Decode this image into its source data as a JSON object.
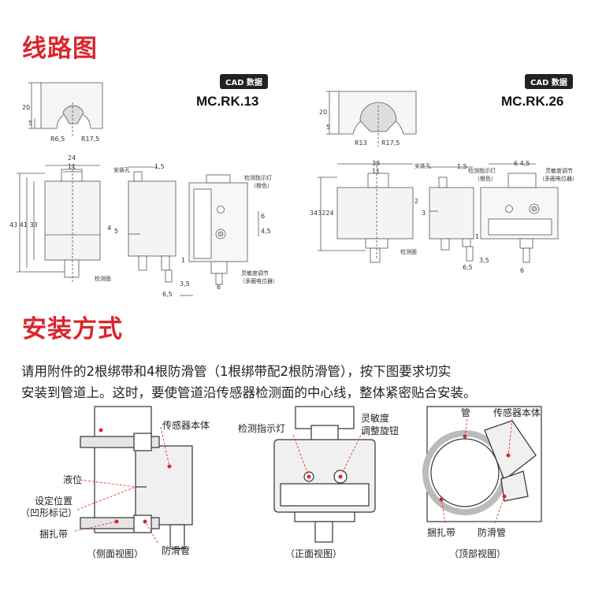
{
  "section1_title": "线路图",
  "section2_title": "安装方式",
  "cad_badge": "CAD 数据",
  "rk13": {
    "model": "MC.RK.13",
    "dim_20": "20",
    "dim_5": "5",
    "dim_r65": "R6,5",
    "dim_r175": "R17,5",
    "dim_24": "24",
    "dim_11": "11",
    "dim_15": "1,5",
    "dim_43": "43 41 33",
    "dim_4": "4",
    "dim_5b": "5",
    "dim_6": "6",
    "dim_45": "4,5",
    "dim_1": "1",
    "dim_35": "3,5",
    "dim_65": "6,5",
    "dim_6b": "6",
    "hole": "安装孔",
    "indicator": "检测指示灯",
    "indicator_sub": "（橙色）",
    "surface": "检测面",
    "sens1": "灵敏度调节",
    "sens2": "（多圈电位器）"
  },
  "rk26": {
    "model": "MC.RK.26",
    "dim_20": "20",
    "dim_5": "5",
    "dim_r13": "R13",
    "dim_r175": "R17,5",
    "dim_33": "33",
    "dim_11": "11",
    "dim_15": "1,5",
    "dim_34": "343224",
    "dim_2": "2",
    "dim_3": "3",
    "dim_645": "6  4,5",
    "dim_1": "1",
    "dim_35": "3,5",
    "dim_65": "6,5",
    "dim_6": "6",
    "hole": "安装孔",
    "indicator": "检测指示灯",
    "indicator_sub": "（橙色）",
    "surface": "检测面",
    "sens1": "灵敏度调节",
    "sens2": "（多圈电位器）"
  },
  "install_line1": "请用附件的2根绑带和4根防滑管（1根绑带配2根防滑管），按下图要求切实",
  "install_line2": "安装到管道上。这时，要使管道沿传感器检测面的中心线，整体紧密贴合安装。",
  "side_view": {
    "body": "传感器本体",
    "liquid": "液位",
    "set1": "设定位置",
    "set2": "（凹形标记）",
    "strap": "捆扎带",
    "tube": "防滑管",
    "caption": "（侧面视图）"
  },
  "front_view": {
    "indicator": "检测指示灯",
    "knob1": "灵敏度",
    "knob2": "调整旋钮",
    "caption": "（正面视图）"
  },
  "top_view": {
    "pipe": "管",
    "body": "传感器本体",
    "strap": "捆扎带",
    "tube": "防滑管",
    "caption": "（顶部视图）"
  }
}
